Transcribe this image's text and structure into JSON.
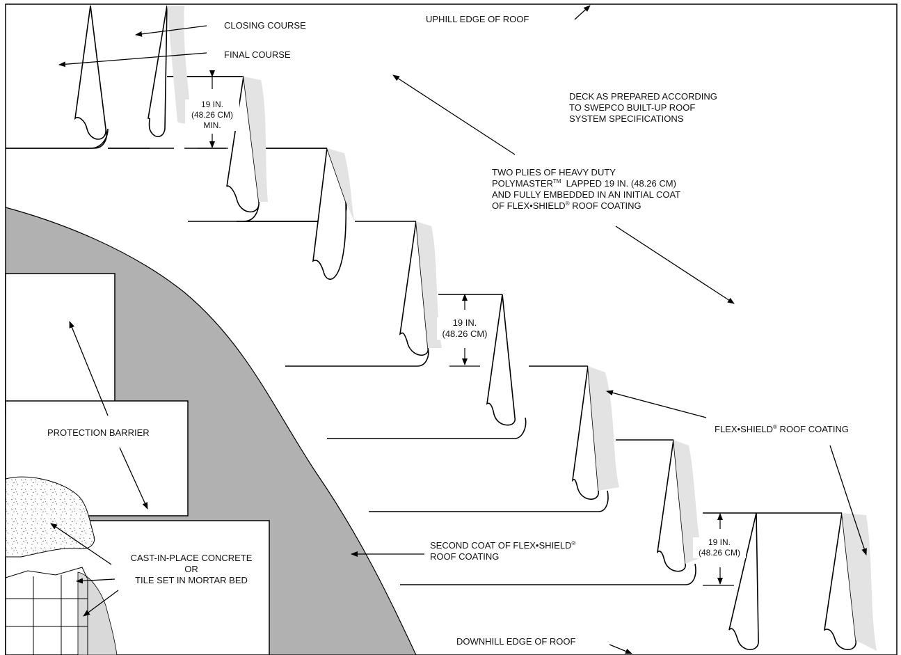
{
  "labels": {
    "closing_course": "CLOSING COURSE",
    "final_course": "FINAL COURSE",
    "uphill_edge": "UPHILL EDGE OF ROOF",
    "deck_1": "DECK AS PREPARED ACCORDING",
    "deck_2": "TO SWEPCO BUILT-UP ROOF",
    "deck_3": "SYSTEM SPECIFICATIONS",
    "plies_1": "TWO PLIES OF HEAVY DUTY",
    "plies_2a": "POLYMASTER",
    "plies_2_tm": "TM",
    "plies_2b": "  LAPPED 19 IN. (48.26 CM)",
    "plies_3": "AND FULLY EMBEDDED IN AN INITIAL COAT",
    "plies_4a": "OF FLEX•SHIELD",
    "plies_4_reg": "®",
    "plies_4b": " ROOF COATING",
    "dim1_a": "19 IN.",
    "dim1_b": "(48.26 CM)",
    "dim1_c": "MIN.",
    "dim2_a": "19 IN.",
    "dim2_b": "(48.26 CM)",
    "dim3_a": "19 IN.",
    "dim3_b": "(48.26 CM)",
    "flex_a": "FLEX•SHIELD",
    "flex_reg": "®",
    "flex_b": " ROOF COATING",
    "protection": "PROTECTION BARRIER",
    "second_1a": "SECOND COAT OF FLEX•SHIELD",
    "second_1_reg": "®",
    "second_2": "ROOF COATING",
    "concrete_1": "CAST-IN-PLACE CONCRETE",
    "concrete_2": "OR",
    "concrete_3": "TILE SET IN MORTAR BED",
    "downhill_edge": "DOWNHILL EDGE OF ROOF"
  }
}
